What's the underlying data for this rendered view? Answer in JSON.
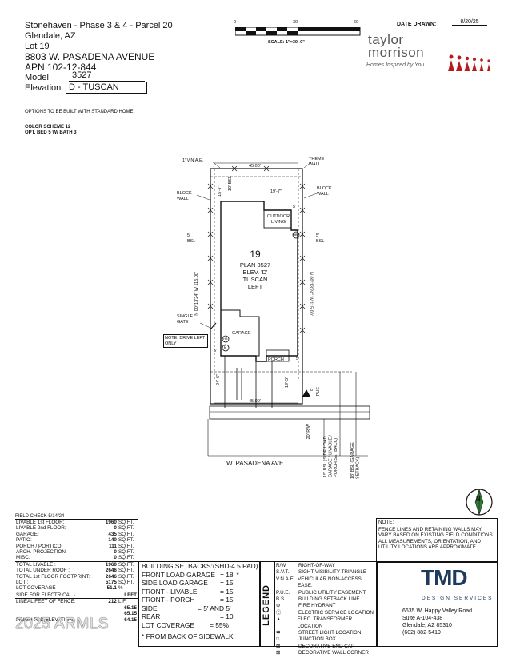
{
  "header": {
    "subdivision": "Stonehaven - Phase 3 & 4 - Parcel 20",
    "city": "Glendale, AZ",
    "lot": "Lot 19",
    "address": "8803 W. PASADENA AVENUE",
    "apn": "APN 102-12-844",
    "model_label": "Model",
    "model_value": "3527",
    "elevation_label": "Elevation",
    "elevation_value": "D - TUSCAN",
    "options_note": "OPTIONS TO BE BUILT WITH STANDARD HOME:",
    "option_1": "COLOR SCHEME 12",
    "option_2": "OPT. BED 5 W/ BATH 3"
  },
  "scale": {
    "ticks": [
      "0",
      "30",
      "60"
    ],
    "label": "SCALE: 1\"=30'-0\""
  },
  "date": {
    "label": "DATE DRAWN:",
    "value": "8/20/25"
  },
  "brand": {
    "line1": "taylor",
    "line2": "morrison",
    "tagline": "Homes Inspired by You",
    "accent": "#b71c1c"
  },
  "plan": {
    "lot_number": "19",
    "plan_line": "PLAN 3527",
    "elev_line": "ELEV. 'D'",
    "style_line": "TUSCAN",
    "hand_line": "LEFT",
    "vnae": "1' V.N.A.E.",
    "theme_wall": "THEME WALL",
    "block_wall_left": "BLOCK WALL",
    "block_wall_right": "BLOCK WALL",
    "top_width": "45.00'",
    "bottom_width": "45.00'",
    "dim_10_bsl": "10' BSL",
    "dim_15_7_left": "15'-7\"",
    "dim_19_7_top": "19'-7\"",
    "dim_5_top": "5'",
    "outdoor_living": "OUTDOOR LIVING",
    "hb_top": "HB",
    "bsl_left": "5' BSL",
    "bsl_right": "5' BSL",
    "left_bearing": "N 00°13'24\" W 115.00'",
    "right_bearing": "N 00°13'24\" W 115.00'",
    "single_gate": "SINGLE GATE",
    "drive_note": "NOTE: DRIVE LEFT ONLY",
    "garage": "GARAGE",
    "hb_left": "HB",
    "e_marker": "E",
    "dim_5_left": "5'",
    "porch": "PORCH",
    "dim_24_6": "24'-6\"",
    "dim_19_5": "19'-5\"",
    "dim_5_porch": "5'",
    "dim_8": "8'",
    "pue": "PUE",
    "row_20": "20' R/W",
    "bsl_15": "15' BSL (SIDE LOAD GARAGE / LIVABLE / PORCH SETBACK)",
    "bsl_18": "18' BSL (GARAGE SETBACK)",
    "street": "W. PASADENA AVE."
  },
  "field_check": {
    "title": "FIELD CHECK  5/14/24",
    "rows": [
      {
        "label": "LIVABLE 1st FLOOR:",
        "value": "1960",
        "unit": "SQ.FT."
      },
      {
        "label": "LIVABLE 2nd FLOOR:",
        "value": "0",
        "unit": "SQ.FT."
      },
      {
        "label": "GARAGE:",
        "value": "435",
        "unit": "SQ.FT."
      },
      {
        "label": "PATIO:",
        "value": "140",
        "unit": "SQ.FT."
      },
      {
        "label": "PORCH / PORTICO:",
        "value": "111",
        "unit": "SQ.FT."
      },
      {
        "label": "ARCH. PROJECTION:",
        "value": "0",
        "unit": "SQ.FT."
      },
      {
        "label": "MISC:",
        "value": "0",
        "unit": "SQ.FT."
      }
    ],
    "totals": [
      {
        "label": "TOTAL LIVABLE :",
        "value": "1960",
        "unit": "SQ.FT."
      },
      {
        "label": "TOTAL UNDER ROOF :",
        "value": "2646",
        "unit": "SQ.FT."
      },
      {
        "label": "TOTAL 1st FLOOR FOOTPRINT:",
        "value": "2646",
        "unit": "SQ.FT."
      },
      {
        "label": "LOT :",
        "value": "5175",
        "unit": "SQ.FT."
      },
      {
        "label": "LOT COVERAGE :",
        "value": "51.1",
        "unit": "%"
      }
    ],
    "electric_label": "SIDE FOR ELECTRICAL -",
    "electric_value": "LEFT",
    "fence_label": "LINEAL FEET OF FENCE:",
    "fence_value": "212",
    "fence_unit": "L.F.",
    "elev_rows": [
      {
        "label": "",
        "value": "65.15"
      },
      {
        "label": "",
        "value": "65.15"
      },
      {
        "label": "FINISH PAD ELEVATION:",
        "value": "64.15"
      }
    ]
  },
  "setbacks": {
    "title": "BUILDING SETBACKS:(SHD-4.5 PAD)",
    "rows": [
      {
        "label": "FRONT LOAD GARAGE",
        "value": "= 18' *"
      },
      {
        "label": "SIDE LOAD GARAGE",
        "value": "= 15'"
      },
      {
        "label": "FRONT - LIVABLE",
        "value": "= 15'"
      },
      {
        "label": "FRONT - PORCH",
        "value": "= 15'"
      },
      {
        "label": "SIDE",
        "value": "= 5' AND 5'"
      },
      {
        "label": "REAR",
        "value": "= 10'"
      },
      {
        "label": "LOT COVERAGE",
        "value": "= 55%"
      }
    ],
    "footnote": "* FROM BACK OF SIDEWALK"
  },
  "legend": {
    "title": "LEGEND",
    "rows": [
      {
        "sym": "R/W",
        "desc": "RIGHT-OF-WAY"
      },
      {
        "sym": "S.V.T.",
        "desc": "SIGHT VISIBILITY TRIANGLE"
      },
      {
        "sym": "V.N.A.E.",
        "desc": "VEHICULAR NON-ACCESS EASE."
      },
      {
        "sym": "P.U.E.",
        "desc": "PUBLIC UTILITY EASEMENT"
      },
      {
        "sym": "B.S.L.",
        "desc": "BUILDING SETBACK LINE"
      },
      {
        "sym": "⊕",
        "desc": "FIRE HYDRANT"
      },
      {
        "sym": "Ⓔ",
        "desc": "ELECTRIC SERVICE LOCATION"
      },
      {
        "sym": "▲",
        "desc": "ELEC. TRANSFORMER LOCATION"
      },
      {
        "sym": "✱",
        "desc": "STREET LIGHT LOCATION"
      },
      {
        "sym": "□",
        "desc": "JUNCTION BOX"
      },
      {
        "sym": "⊠",
        "desc": "DECORATIVE END CAP"
      },
      {
        "sym": "⊠",
        "desc": "DECORATIVE WALL CORNER"
      }
    ]
  },
  "note": {
    "title": "NOTE:",
    "text": "FENCE LINES AND RETAINING WALLS MAY VARY BASED ON EXISTING FIELD CONDITIONS. ALL MEASUREMENTS, ORIENTATION, AND UTILITY LOCATIONS ARE APPROXIMATE."
  },
  "tmd": {
    "logo": "TMD",
    "sub": "DESIGN SERVICES",
    "addr1": "6635 W. Happy Valley Road",
    "addr2": "Suite A-104-438",
    "addr3": "Glendale, AZ 85310",
    "phone": "(602) 882-5419"
  },
  "north": "N",
  "watermark": "2025 ARMLS"
}
